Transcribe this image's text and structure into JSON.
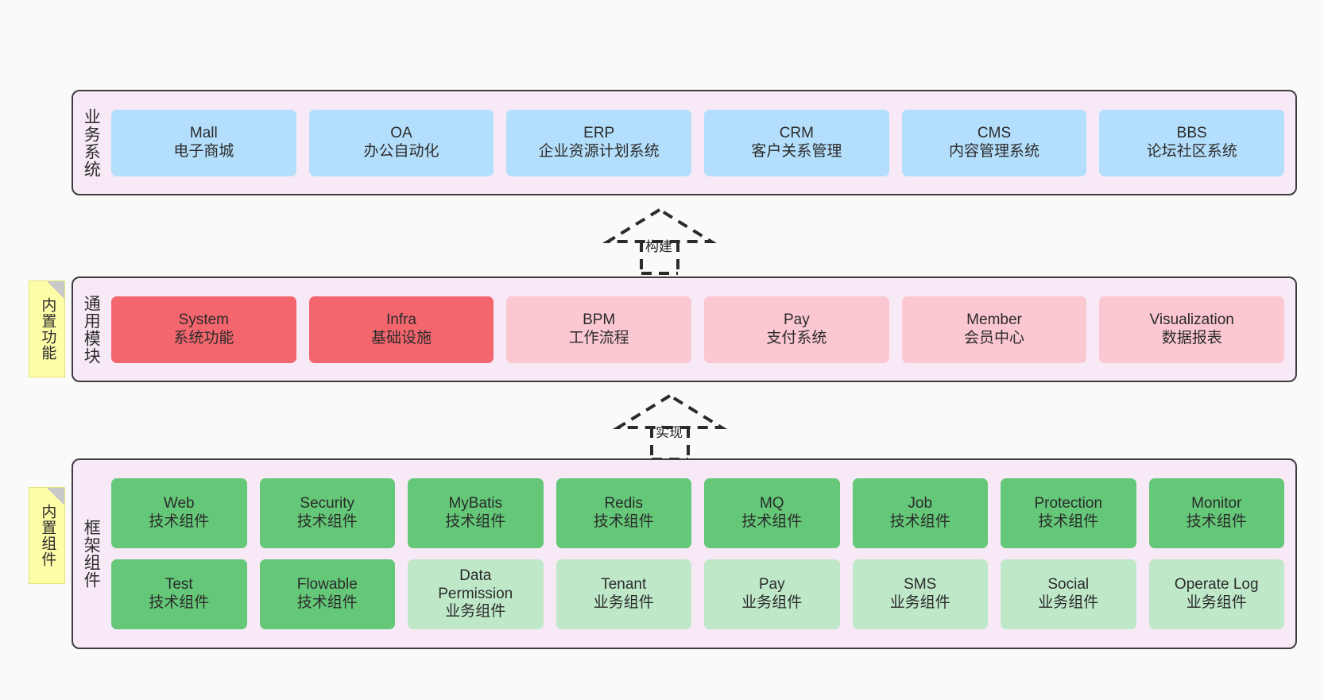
{
  "diagram": {
    "background": "#fafafa",
    "palette": {
      "panel_bg": "#f7e9f6",
      "panel_border": "#3d3d3d",
      "blue": "#b4dffc",
      "red": "#f4666e",
      "pink": "#fbc7d1",
      "green": "#64c878",
      "light_green": "#bfe8c9",
      "note_yellow": "#fdfca7",
      "text": "#2b2b2b"
    },
    "layers": [
      {
        "id": "business-systems",
        "title": "业务系统",
        "rows": [
          [
            {
              "name": "Mall",
              "desc": "电子商城",
              "fill": "blue"
            },
            {
              "name": "OA",
              "desc": "办公自动化",
              "fill": "blue"
            },
            {
              "name": "ERP",
              "desc": "企业资源计划系统",
              "fill": "blue"
            },
            {
              "name": "CRM",
              "desc": "客户关系管理",
              "fill": "blue"
            },
            {
              "name": "CMS",
              "desc": "内容管理系统",
              "fill": "blue"
            },
            {
              "name": "BBS",
              "desc": "论坛社区系统",
              "fill": "blue"
            }
          ]
        ]
      },
      {
        "id": "common-modules",
        "title": "通用模块",
        "note": "内置功能",
        "rows": [
          [
            {
              "name": "System",
              "desc": "系统功能",
              "fill": "red"
            },
            {
              "name": "Infra",
              "desc": "基础设施",
              "fill": "red"
            },
            {
              "name": "BPM",
              "desc": "工作流程",
              "fill": "pink"
            },
            {
              "name": "Pay",
              "desc": "支付系统",
              "fill": "pink"
            },
            {
              "name": "Member",
              "desc": "会员中心",
              "fill": "pink"
            },
            {
              "name": "Visualization",
              "desc": "数据报表",
              "fill": "pink"
            }
          ]
        ]
      },
      {
        "id": "framework-components",
        "title": "框架组件",
        "note": "内置组件",
        "rows": [
          [
            {
              "name": "Web",
              "desc": "技术组件",
              "fill": "green"
            },
            {
              "name": "Security",
              "desc": "技术组件",
              "fill": "green"
            },
            {
              "name": "MyBatis",
              "desc": "技术组件",
              "fill": "green"
            },
            {
              "name": "Redis",
              "desc": "技术组件",
              "fill": "green"
            },
            {
              "name": "MQ",
              "desc": "技术组件",
              "fill": "green"
            },
            {
              "name": "Job",
              "desc": "技术组件",
              "fill": "green"
            },
            {
              "name": "Protection",
              "desc": "技术组件",
              "fill": "green"
            },
            {
              "name": "Monitor",
              "desc": "技术组件",
              "fill": "green"
            }
          ],
          [
            {
              "name": "Test",
              "desc": "技术组件",
              "fill": "green"
            },
            {
              "name": "Flowable",
              "desc": "技术组件",
              "fill": "green"
            },
            {
              "name": "Data Permission",
              "desc": "业务组件",
              "fill": "light_green"
            },
            {
              "name": "Tenant",
              "desc": "业务组件",
              "fill": "light_green"
            },
            {
              "name": "Pay",
              "desc": "业务组件",
              "fill": "light_green"
            },
            {
              "name": "SMS",
              "desc": "业务组件",
              "fill": "light_green"
            },
            {
              "name": "Social",
              "desc": "业务组件",
              "fill": "light_green"
            },
            {
              "name": "Operate Log",
              "desc": "业务组件",
              "fill": "light_green"
            }
          ]
        ]
      }
    ],
    "connectors": [
      {
        "id": "build",
        "label": "构建",
        "from": "common-modules",
        "to": "business-systems",
        "style": "dashed-generalization"
      },
      {
        "id": "implement",
        "label": "实现",
        "from": "framework-components",
        "to": "common-modules",
        "style": "dashed-generalization"
      }
    ]
  }
}
